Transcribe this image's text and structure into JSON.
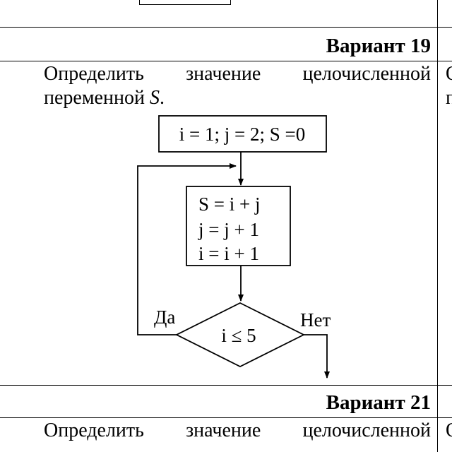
{
  "variant_19": {
    "heading": "Вариант 19",
    "task_words": [
      "Определить",
      "значение",
      "целочисленной"
    ],
    "task_line2_prefix": "переменной ",
    "task_var": "S",
    "task_line2_suffix": ".",
    "flowchart": {
      "init": "i = 1; j = 2; S =0",
      "body": [
        "S = i + j",
        "j = j + 1",
        "i = i + 1"
      ],
      "condition": "i ≤ 5",
      "yes_label": "Да",
      "no_label": "Нет"
    }
  },
  "variant_21": {
    "heading": "Вариант 21",
    "task_words": [
      "Определить",
      "значение",
      "целочисленной"
    ]
  },
  "right_column_fragments": [
    "О",
    "п",
    "О"
  ]
}
